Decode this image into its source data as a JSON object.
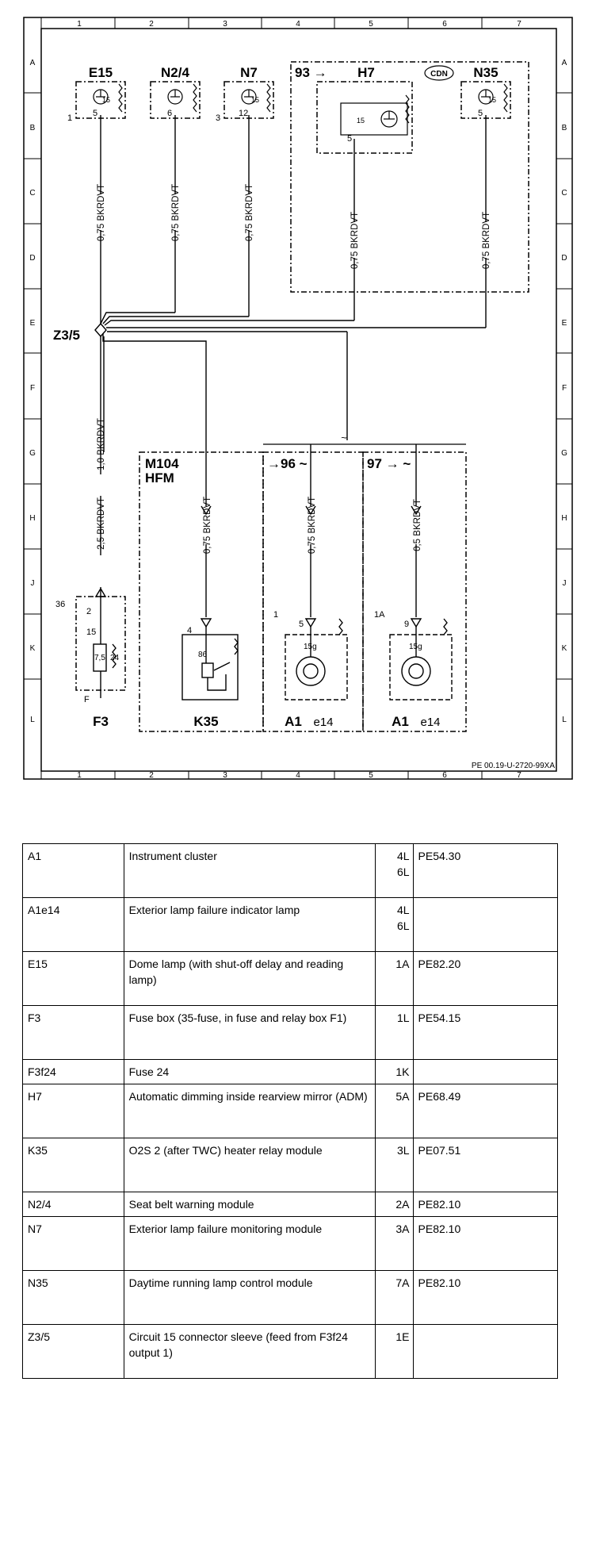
{
  "diagram": {
    "grid_cols": [
      "1",
      "2",
      "3",
      "4",
      "5",
      "6",
      "7"
    ],
    "grid_rows": [
      "A",
      "B",
      "C",
      "D",
      "E",
      "F",
      "G",
      "H",
      "J",
      "K",
      "L"
    ],
    "components": {
      "e15": "E15",
      "n24": "N2/4",
      "n7": "N7",
      "h7": "H7",
      "n35": "N35",
      "m104": "M104",
      "hfm": "HFM",
      "k35": "K35",
      "f3": "F3",
      "a1_left": "A1",
      "e14_left": "e14",
      "a1_right": "A1",
      "e14_right": "e14",
      "z35": "Z3/5"
    },
    "refs": {
      "h7": "93 →",
      "g96": "→96 ~",
      "g97": "97 → ~",
      "can": "CDN"
    },
    "pins": {
      "e15_a": "15",
      "e15_b": "5",
      "e15_side": "1",
      "n24_a": "6",
      "n7_a": "15",
      "n7_b": "12",
      "n7_side": "3",
      "h7_a": "15",
      "h7_b": "5",
      "n35_a": "15",
      "n35_b": "5",
      "f3_a": "36",
      "f3_b": "2",
      "f3_c": "15",
      "f3_d": "7,5",
      "f3_e": "24",
      "f3_f": "F",
      "k35_a": "4",
      "k35_b": "86",
      "a1l_a": "1",
      "a1l_b": "5",
      "a1l_c": "15g",
      "a1r_a": "1A",
      "a1r_b": "9",
      "a1r_c": "15g"
    },
    "wires": {
      "e15": "0,75 BKRDVT",
      "n24": "0,75 BKRDVT",
      "n7": "0,75 BKRDVT",
      "h7": "0,75 BKRDVT",
      "n35": "0,75 BKRDVT",
      "z_f3_top": "1,0 BKRDVT",
      "z_f3_bot": "2,5 BKRDVT",
      "k35": "0,75 BKRDVT",
      "g96": "0,75 BKRDVT",
      "g97": "0,5 BKRDVT"
    },
    "doc_id": "PE 00.19-U-2720-99XA"
  },
  "legend": [
    {
      "code": "A1",
      "desc": "Instrument cluster",
      "loc": "4L\n6L",
      "ref": "PE54.30"
    },
    {
      "code": "A1e14",
      "desc": "Exterior lamp failure indicator lamp",
      "loc": "4L\n6L",
      "ref": ""
    },
    {
      "code": "E15",
      "desc": "Dome lamp (with shut-off delay and reading lamp)",
      "loc": "1A",
      "ref": "PE82.20"
    },
    {
      "code": "F3",
      "desc": "Fuse box (35-fuse, in fuse and relay box F1)",
      "loc": "1L",
      "ref": "PE54.15"
    },
    {
      "code": "F3f24",
      "desc": "Fuse 24",
      "loc": "1K",
      "ref": ""
    },
    {
      "code": "H7",
      "desc": "Automatic dimming inside rearview mirror (ADM)",
      "loc": "5A",
      "ref": "PE68.49"
    },
    {
      "code": "K35",
      "desc": "O2S 2 (after TWC) heater relay module",
      "loc": "3L",
      "ref": "PE07.51"
    },
    {
      "code": "N2/4",
      "desc": "Seat belt warning module",
      "loc": "2A",
      "ref": "PE82.10"
    },
    {
      "code": "N7",
      "desc": "Exterior lamp failure monitoring module",
      "loc": "3A",
      "ref": "PE82.10"
    },
    {
      "code": "N35",
      "desc": "Daytime running lamp control module",
      "loc": "7A",
      "ref": "PE82.10"
    },
    {
      "code": "Z3/5",
      "desc": "Circuit 15 connector sleeve (feed from F3f24 output 1)",
      "loc": "1E",
      "ref": ""
    }
  ]
}
